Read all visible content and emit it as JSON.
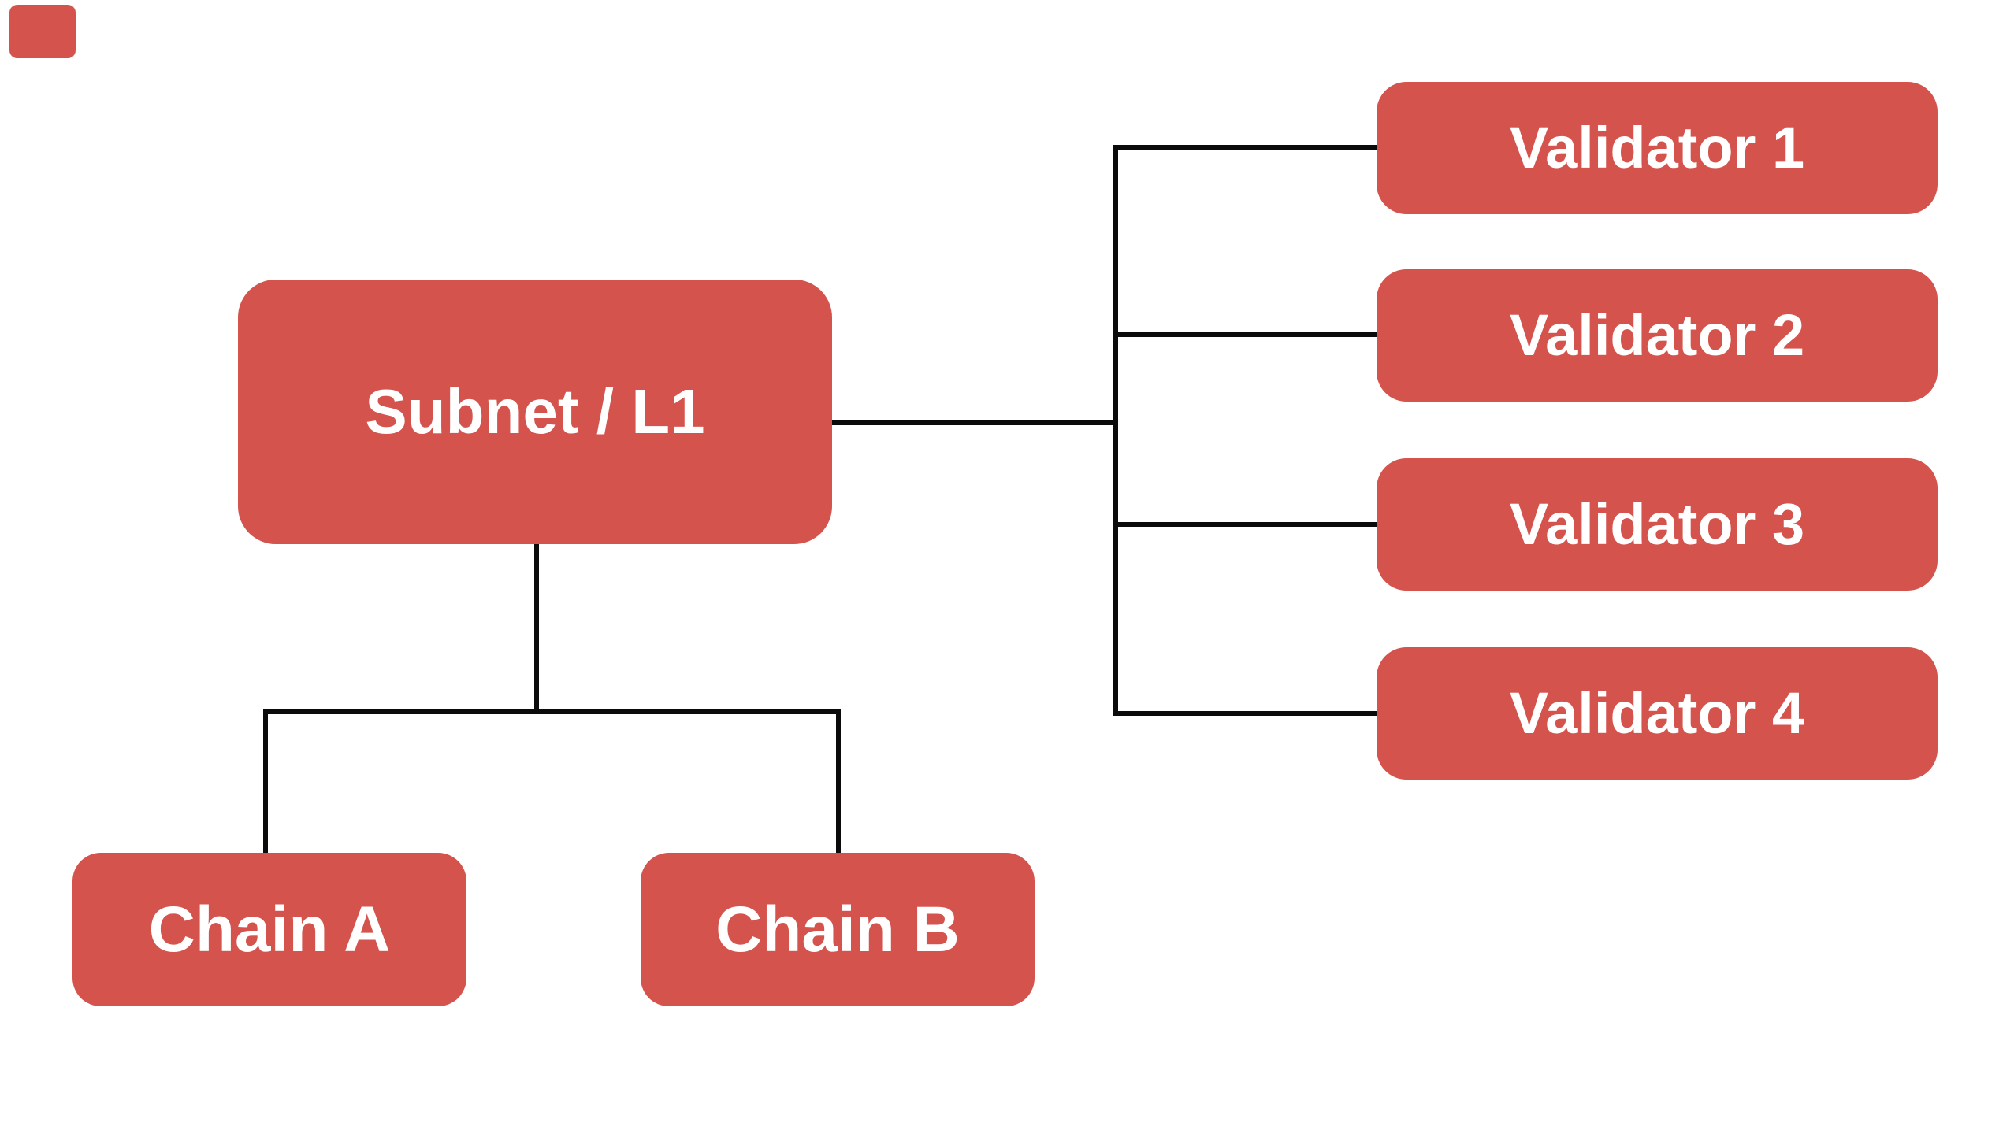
{
  "diagram": {
    "background_color": "#ffffff",
    "node_fill_color": "#d5534d",
    "node_text_color": "#ffffff",
    "connector_color": "#0b0b0b",
    "root": {
      "label": "Subnet / L1"
    },
    "validators": [
      {
        "label": "Validator 1"
      },
      {
        "label": "Validator 2"
      },
      {
        "label": "Validator 3"
      },
      {
        "label": "Validator 4"
      }
    ],
    "chains": [
      {
        "label": "Chain A"
      },
      {
        "label": "Chain B"
      }
    ]
  }
}
